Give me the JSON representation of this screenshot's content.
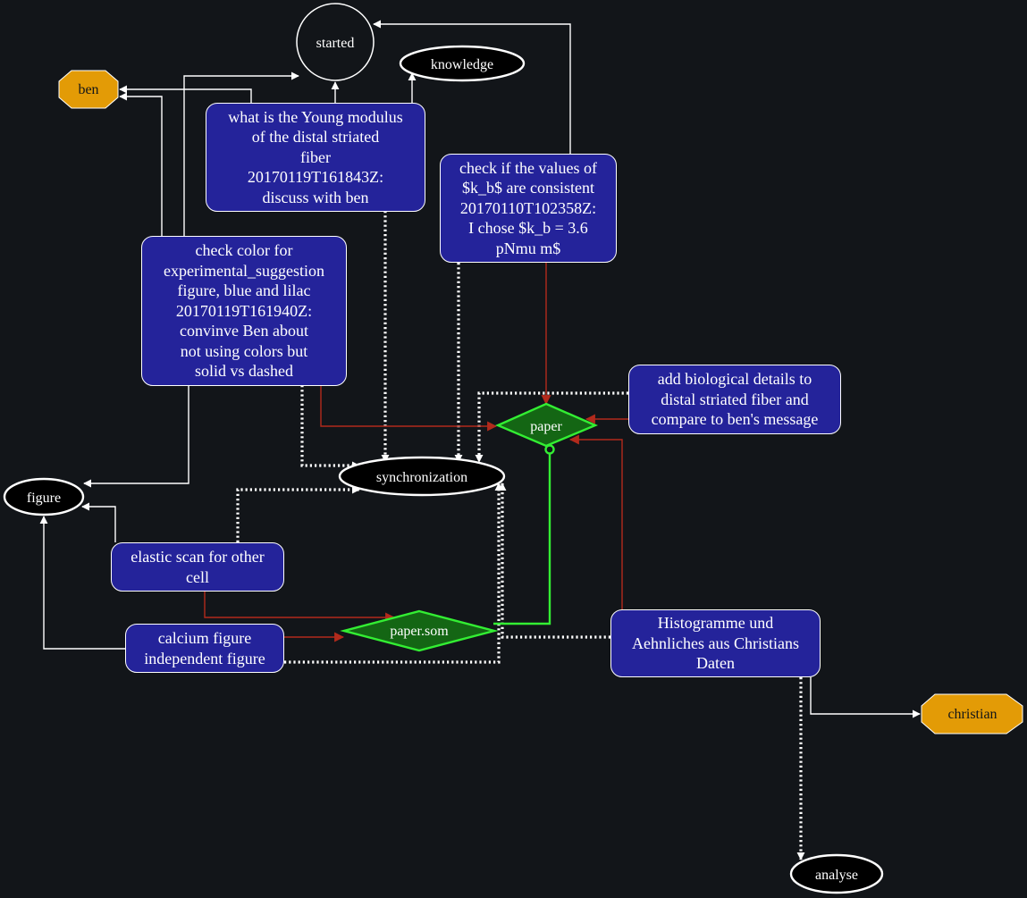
{
  "nodes": {
    "started": "started",
    "knowledge": "knowledge",
    "ben": "ben",
    "figure": "figure",
    "synchronization": "synchronization",
    "paper": "paper",
    "paper_som": "paper.som",
    "christian": "christian",
    "analyse": "analyse"
  },
  "tasks": {
    "young_modulus": [
      "what is the Young modulus",
      "of the distal striated",
      "fiber",
      "20170119T161843Z:",
      "discuss with ben"
    ],
    "check_color": [
      "check color for",
      "experimental_suggestion",
      "figure, blue and lilac",
      "20170119T161940Z:",
      "convinve Ben about",
      "not using colors but",
      "solid vs dashed"
    ],
    "check_kb": [
      "check if the values of",
      "$k_b$ are consistent",
      "20170110T102358Z:",
      "I chose $k_b = 3.6",
      "pNmu m$"
    ],
    "add_bio": [
      "add biological details to",
      "distal striated fiber and",
      "compare to ben's message"
    ],
    "elastic_scan": [
      "elastic scan for other",
      "cell"
    ],
    "calcium_figure": [
      "calcium figure",
      "independent figure"
    ],
    "histogramme": [
      "Histogramme und",
      "Aehnliches aus Christians",
      "Daten"
    ]
  },
  "colors": {
    "background": "#121519",
    "task_fill": "#24239a",
    "diamond_fill": "#146614",
    "diamond_stroke": "#33ee33",
    "octagon_fill": "#e39b06",
    "edge_white": "#ffffff",
    "edge_red": "#b22a1c"
  }
}
